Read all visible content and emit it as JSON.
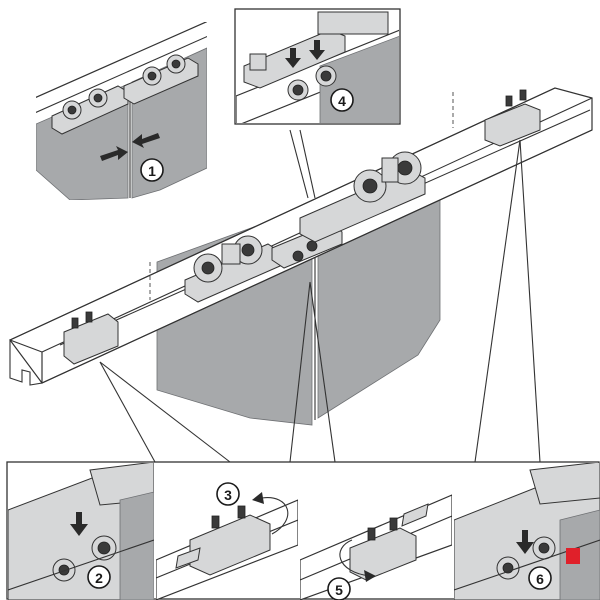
{
  "callouts": {
    "step1": "1",
    "step2": "2",
    "step3": "3",
    "step4": "4",
    "step5": "5",
    "step6": "6"
  },
  "colors": {
    "door_panel": "#a7a9ab",
    "hardware": "#d6d7d8",
    "outline": "#333333",
    "accent_marker": "#e0202a"
  }
}
